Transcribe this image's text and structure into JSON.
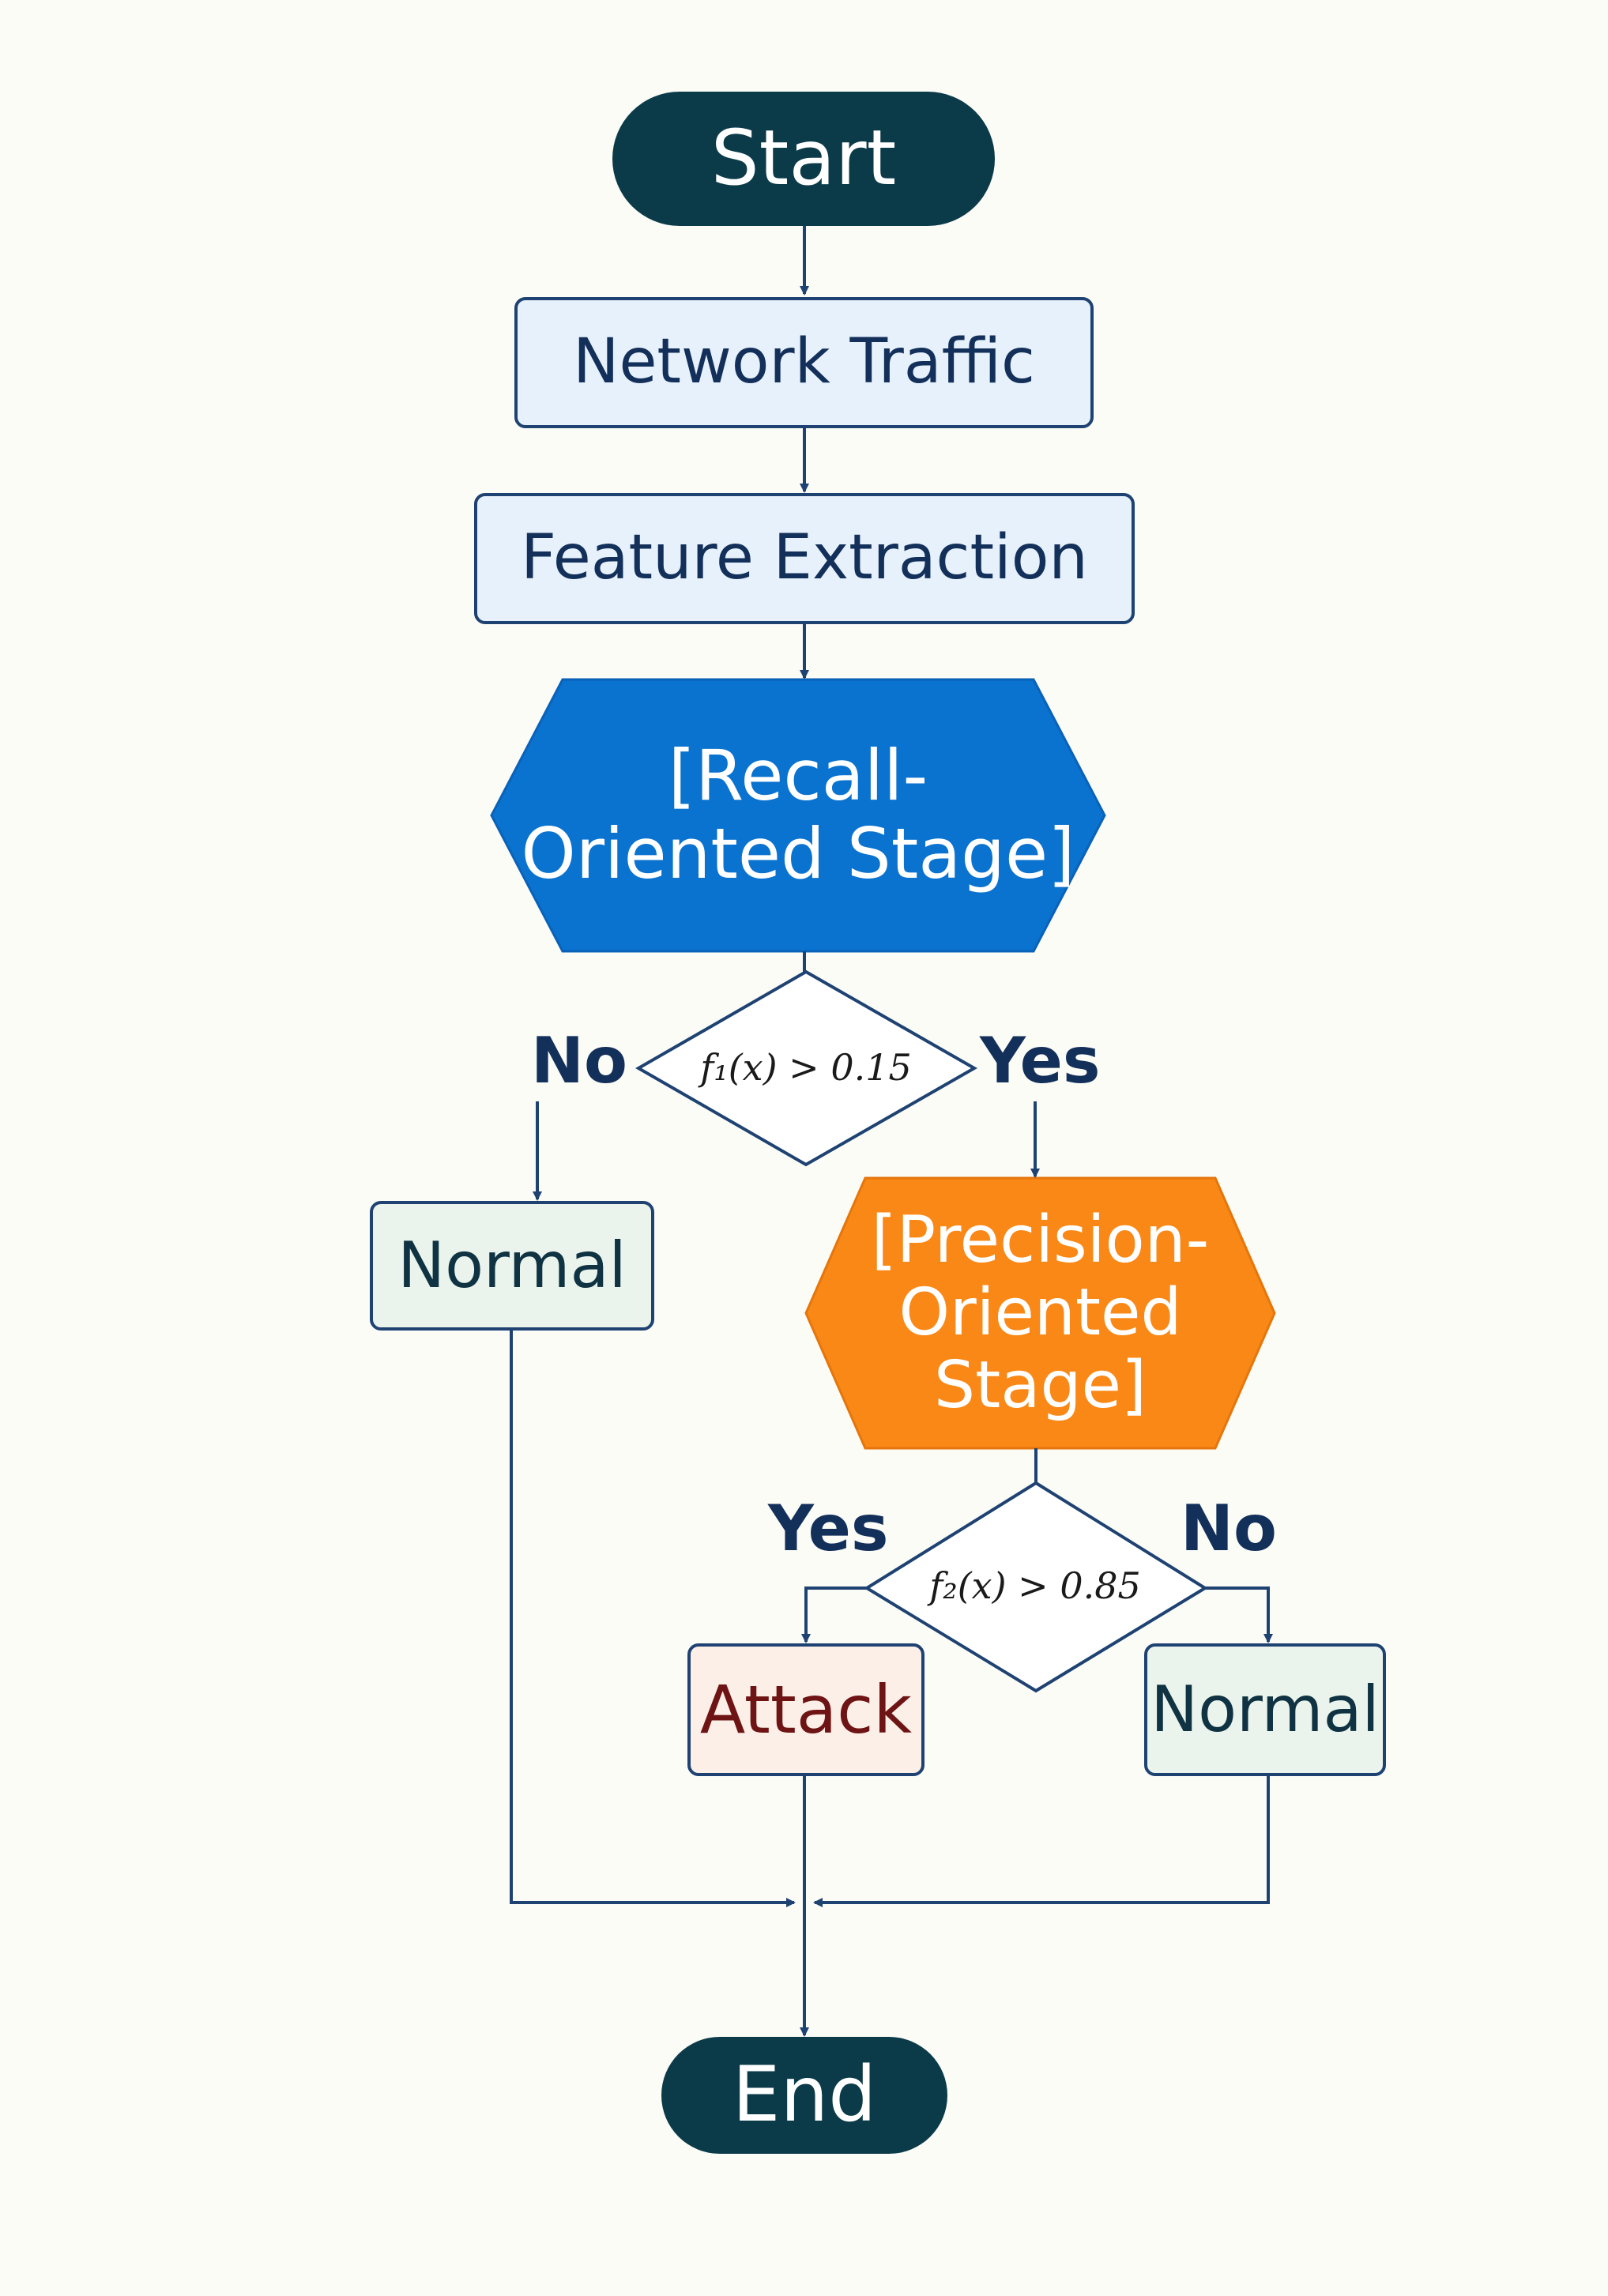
{
  "start": "Start",
  "network_traffic": "Network Traffic",
  "feature_extraction": "Feature Extraction",
  "recall_stage": "[Recall-\nOriented Stage]",
  "decision1": {
    "condition": "f₁(x) > 0.15",
    "no_label": "No",
    "yes_label": "Yes"
  },
  "normal_left": "Normal",
  "precision_stage": "[Precision-\nOriented\nStage]",
  "decision2": {
    "condition": "f₂(x) > 0.85",
    "yes_label": "Yes",
    "no_label": "No"
  },
  "attack": "Attack",
  "normal_right": "Normal",
  "end": "End",
  "colors": {
    "terminal": "#0b3b49",
    "recall_stage": "#0a72cf",
    "precision_stage": "#fa8816",
    "line": "#1e4272"
  }
}
